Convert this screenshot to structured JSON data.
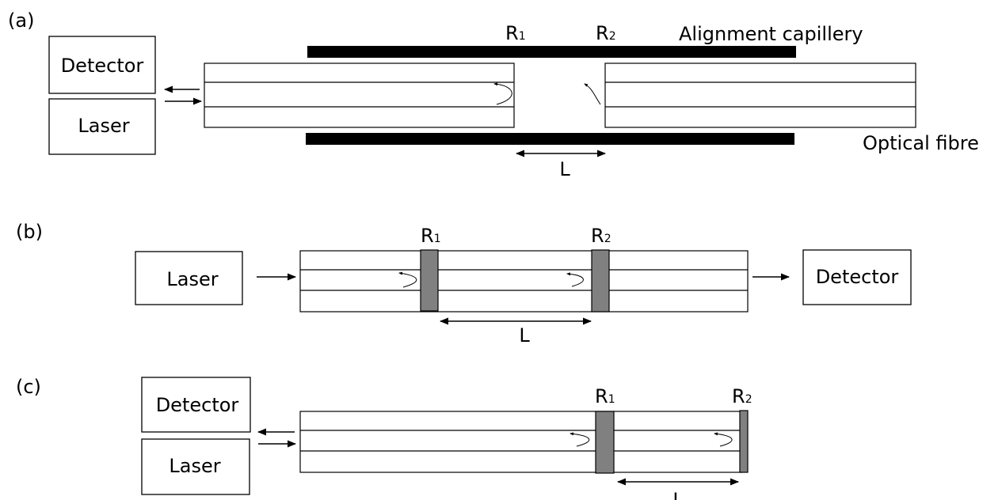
{
  "panel_a": {
    "label": "(a)",
    "detector": "Detector",
    "laser": "Laser",
    "r1": "R",
    "r1_sub": "1",
    "r2": "R",
    "r2_sub": "2",
    "capillary": "Alignment capillery",
    "fibre": "Optical fibre",
    "length": "L"
  },
  "panel_b": {
    "label": "(b)",
    "laser": "Laser",
    "detector": "Detector",
    "r1": "R",
    "r1_sub": "1",
    "r2": "R",
    "r2_sub": "2",
    "length": "L"
  },
  "panel_c": {
    "label": "(c)",
    "detector": "Detector",
    "laser": "Laser",
    "r1": "R",
    "r1_sub": "1",
    "r2": "R",
    "r2_sub": "2",
    "length": "L"
  },
  "colors": {
    "mirror": "#808080",
    "capillary": "#000000"
  }
}
